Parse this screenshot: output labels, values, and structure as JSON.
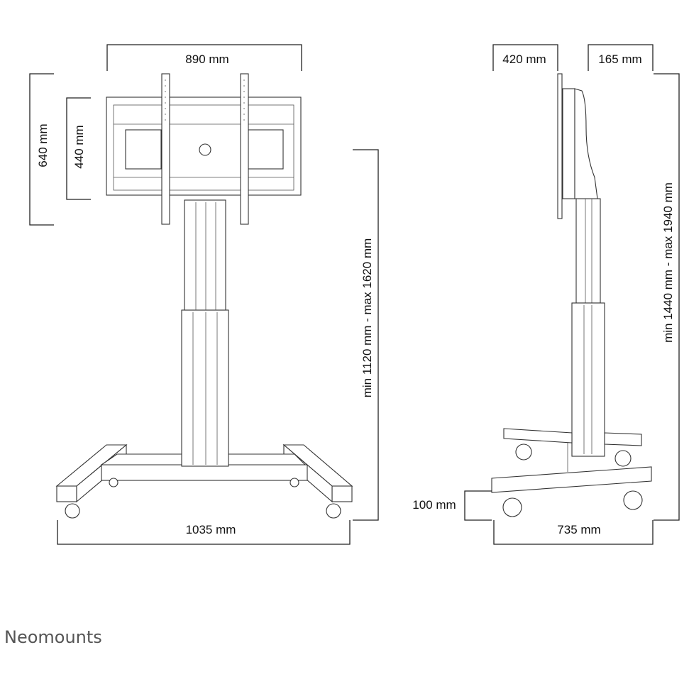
{
  "front_view": {
    "width_label": "890 mm",
    "height_outer_label": "640 mm",
    "height_inner_label": "440 mm",
    "total_height_label": "min 1120 mm - max 1620 mm",
    "base_width_label": "1035 mm"
  },
  "side_view": {
    "depth_label": "420 mm",
    "offset_label": "165 mm",
    "total_height_label": "min 1440 mm - max 1940 mm",
    "ground_clearance_label": "100 mm",
    "base_depth_label": "735 mm"
  },
  "brand": {
    "logo": "Neomounts"
  }
}
